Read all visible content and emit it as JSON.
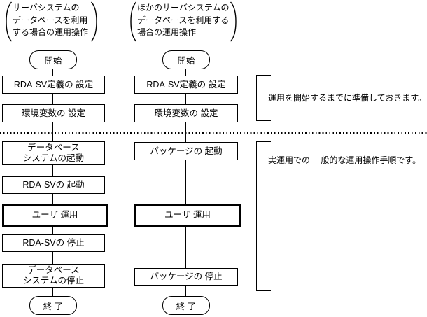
{
  "colors": {
    "line": "#000000",
    "background": "#ffffff"
  },
  "callouts": {
    "left": {
      "text": "サーバシステムの\nデータベースを利用\nする場合の運用操作"
    },
    "right": {
      "text": "ほかのサーバシステムの\nデータベースを利用する\n場合の運用操作"
    }
  },
  "flow_left": {
    "start": "開始",
    "steps": {
      "rda_sv_definition": "RDA-SV定義の 設定",
      "env_vars": "環境変数の 設定",
      "db_start": "データベース\nシステムの起動",
      "rda_sv_start": "RDA-SVの 起動",
      "user_operation": "ユーザ 運用",
      "rda_sv_stop": "RDA-SVの 停止",
      "db_stop": "データベース\nシステムの停止"
    },
    "end": "終 了"
  },
  "flow_right": {
    "start": "開始",
    "steps": {
      "rda_sv_definition": "RDA-SV定義の 設定",
      "env_vars": "環境変数の 設定",
      "package_start": "パッケージの 起動",
      "user_operation": "ユーザ 運用",
      "package_stop": "パッケージの 停止"
    },
    "end": "終 了"
  },
  "annotations": {
    "preparation": "運用を開始するまでに準備しておきます。",
    "actual_operation": "実運用での 一般的な運用操作手順です。"
  }
}
